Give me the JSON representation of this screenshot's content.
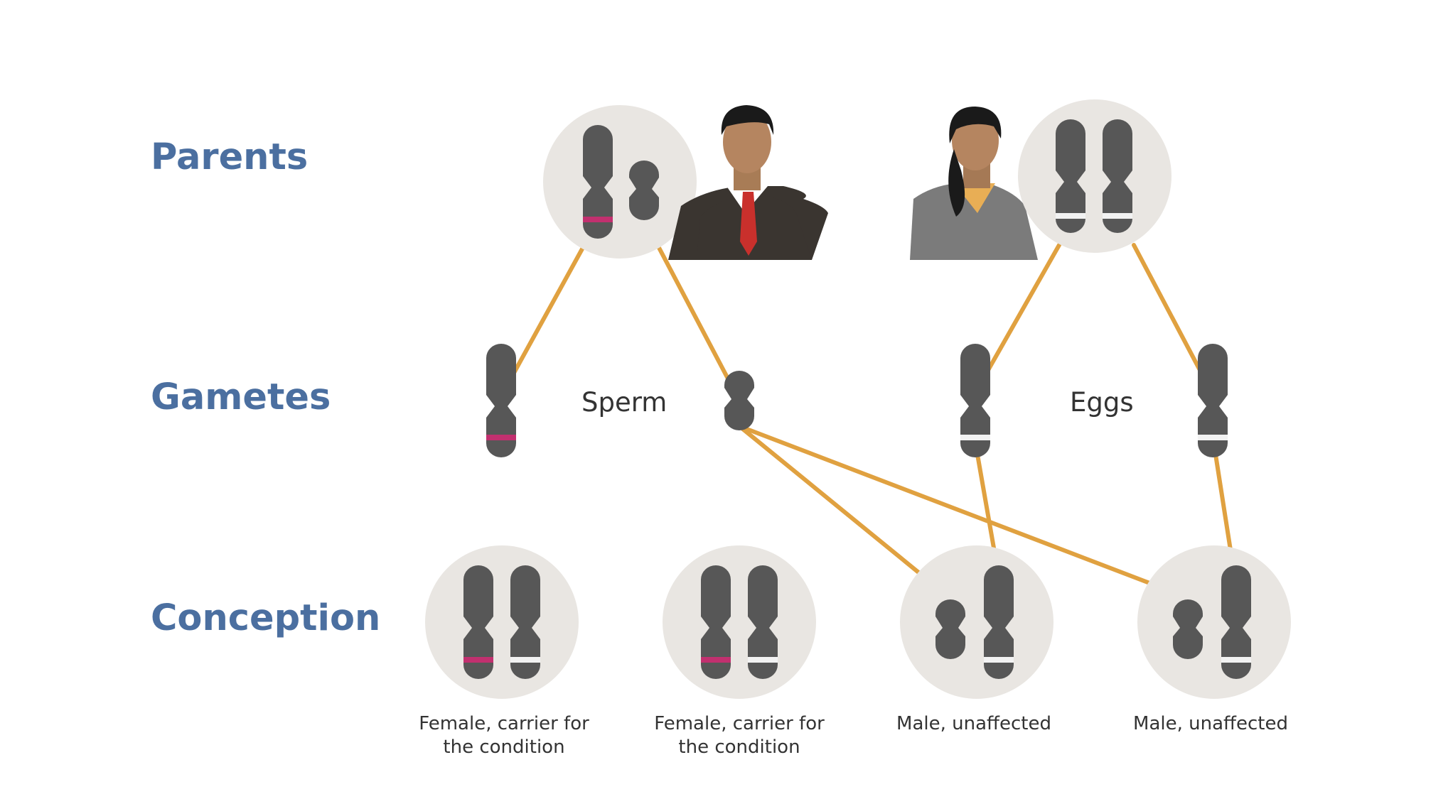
{
  "rows": {
    "parents": "Parents",
    "gametes": "Gametes",
    "conception": "Conception"
  },
  "gametes": {
    "sperm": "Sperm",
    "eggs": "Eggs"
  },
  "offspring": [
    {
      "line1": "Female, carrier for",
      "line2": "the condition"
    },
    {
      "line1": "Female, carrier for",
      "line2": "the condition"
    },
    {
      "line1": "Male, unaffected",
      "line2": ""
    },
    {
      "line1": "Male, unaffected",
      "line2": ""
    }
  ],
  "colors": {
    "label_blue": "#4b6fa0",
    "chromosome": "#575757",
    "circle": "#e9e6e2",
    "line": "#e0a140",
    "carrier_band": "#c2306f",
    "normal_band": "#f2f2f2"
  },
  "icons": [
    "father-avatar-icon",
    "mother-avatar-icon"
  ]
}
